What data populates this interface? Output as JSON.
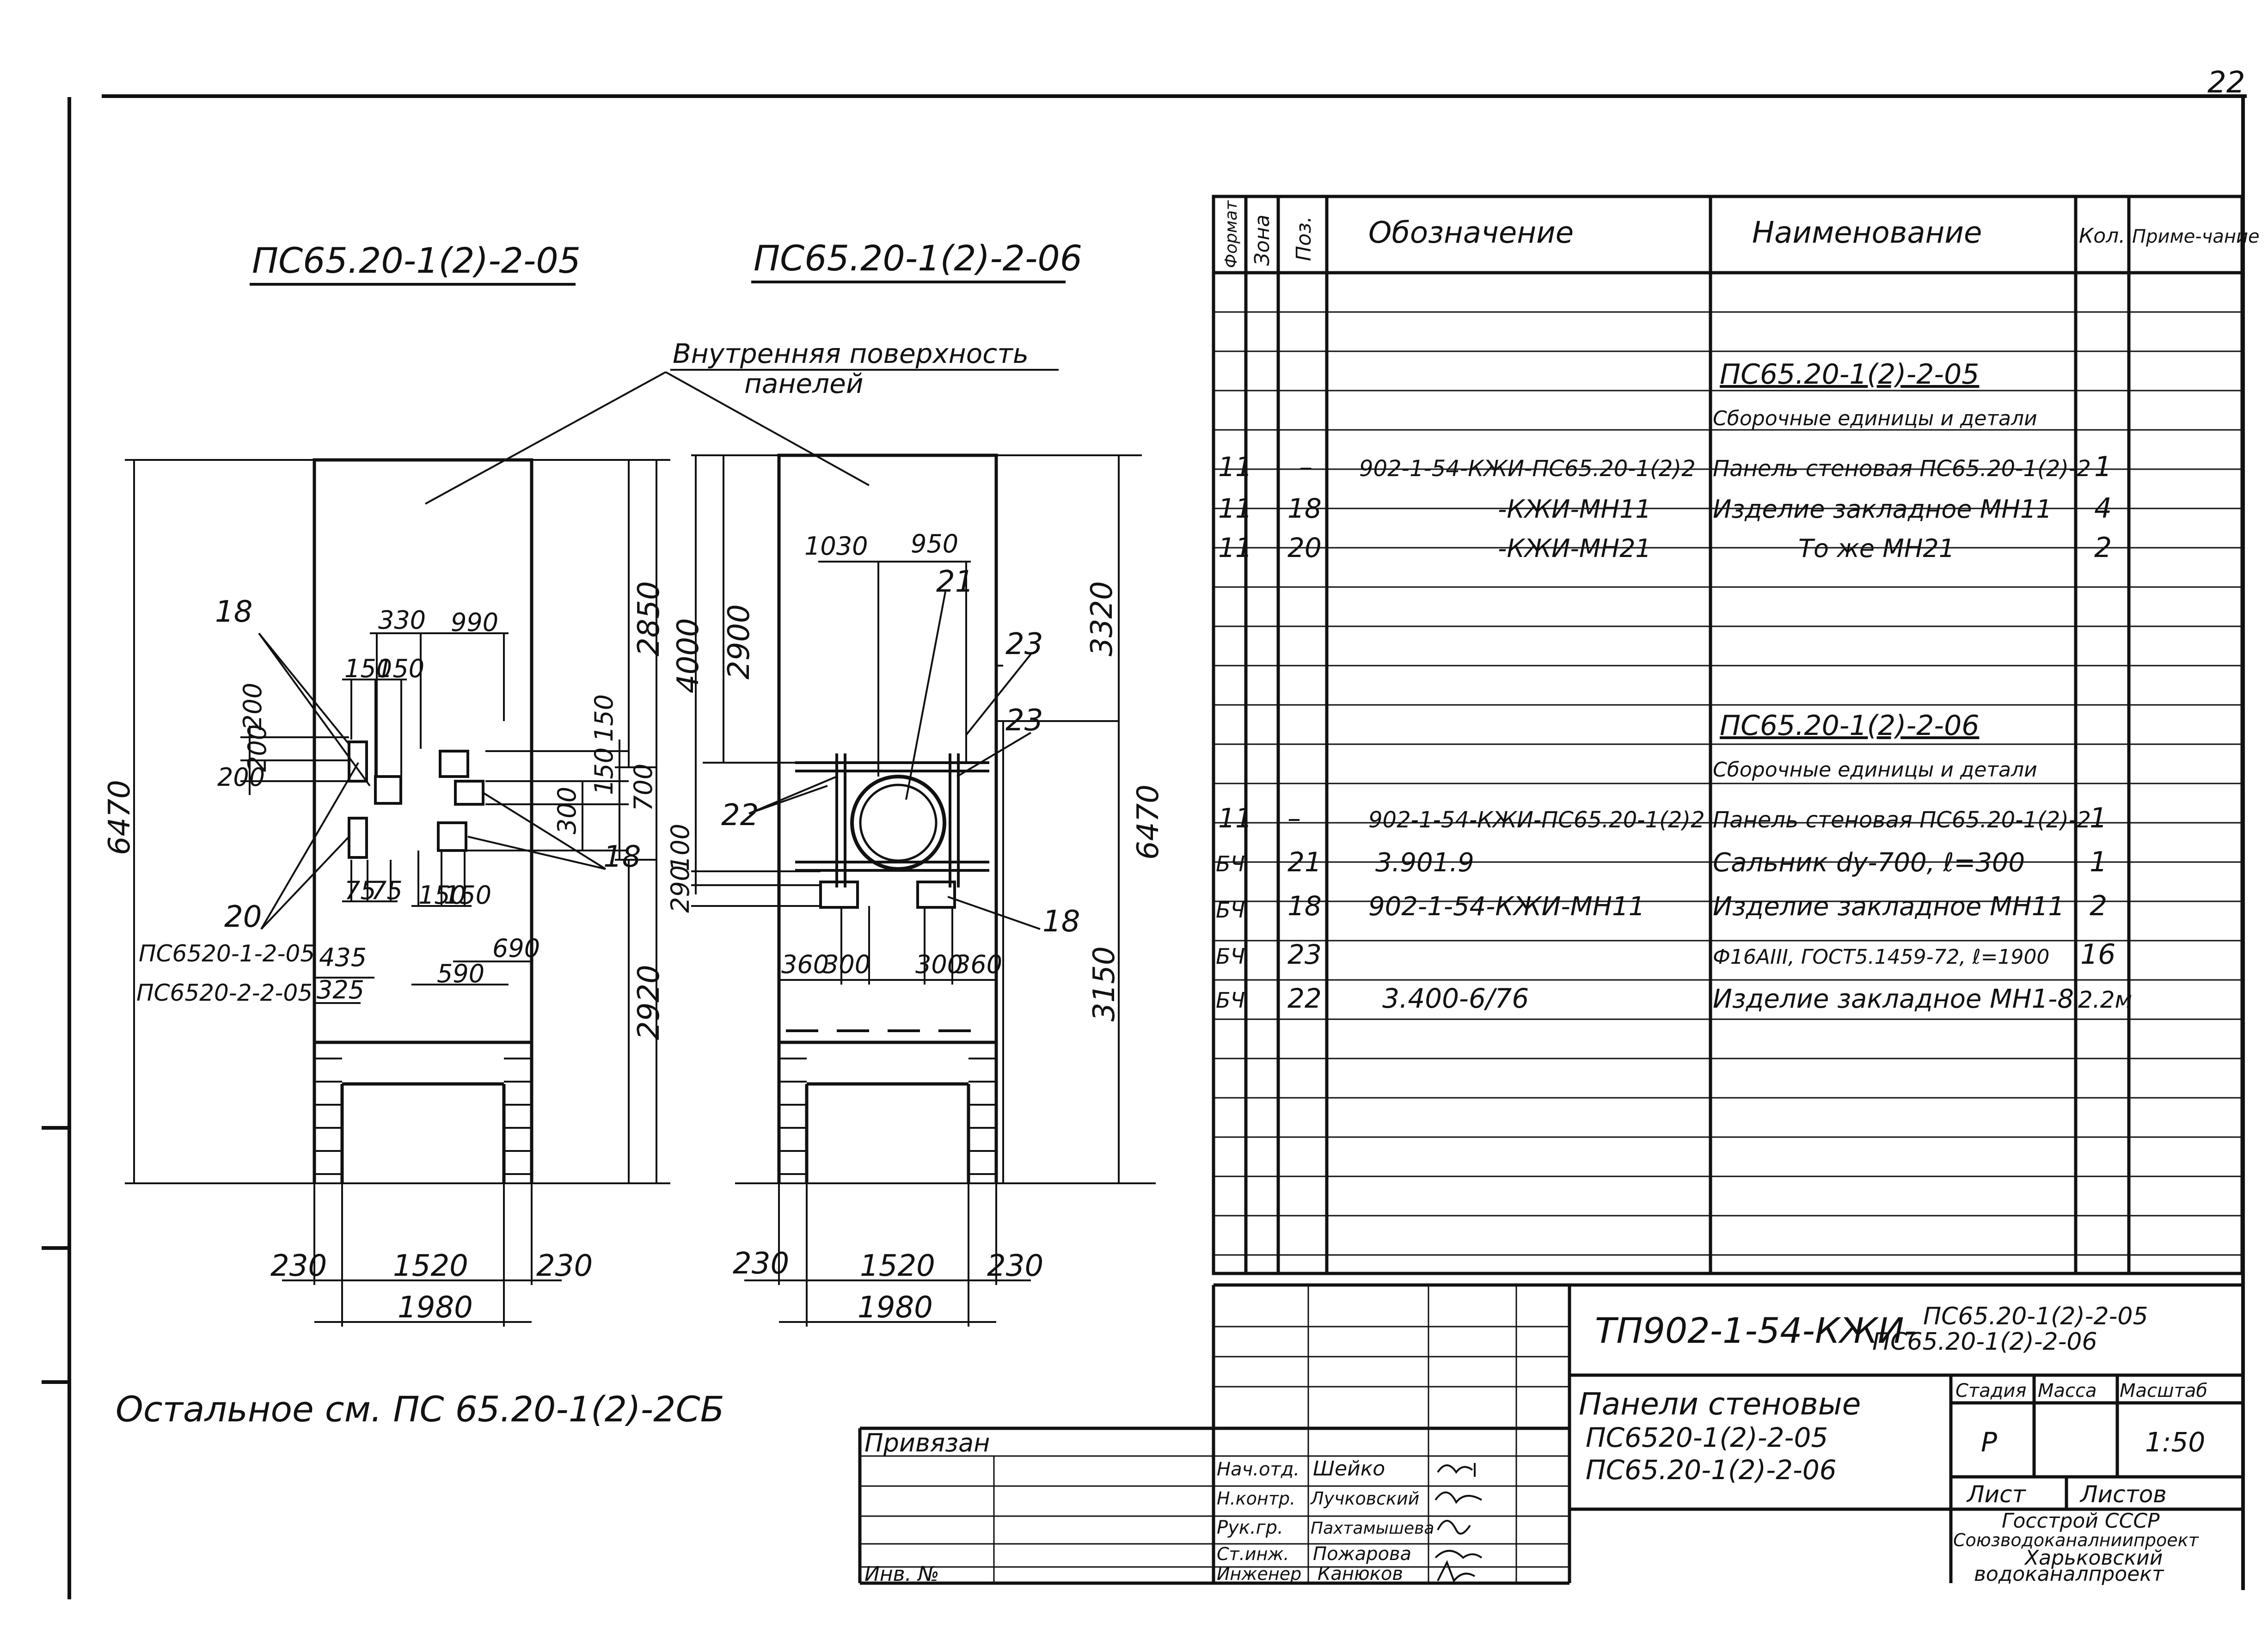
{
  "sheet_number": "22",
  "views": {
    "left": {
      "title": "ПС65.20-1(2)-2-05",
      "pointer_label_1": "Внутренняя поверхность",
      "pointer_label_2": "панелей",
      "dims": {
        "d_330": "330",
        "d_990": "990",
        "d_150a": "150",
        "d_150b": "150",
        "d_200a": "200",
        "d_200b": "200",
        "d_200c": "200",
        "d_150c": "150",
        "d_150d": "150",
        "d_300": "300",
        "d_700": "700",
        "d_75a": "75",
        "d_75b": "75",
        "d_150e": "150",
        "d_150f": "150",
        "d_435": "435",
        "d_325": "325",
        "d_590": "590",
        "d_690": "690",
        "d_2850": "2850",
        "d_4000": "4000",
        "d_2920": "2920",
        "d_6470": "6470",
        "d_230a": "230",
        "d_1520": "1520",
        "d_230b": "230",
        "d_1980": "1980"
      },
      "callouts": {
        "c18a": "18",
        "c18b": "18",
        "c20": "20"
      },
      "variant_1": "ПС6520-1-2-05",
      "variant_2": "ПС6520-2-2-05"
    },
    "right": {
      "title": "ПС65.20-1(2)-2-06",
      "dims": {
        "d_1030": "1030",
        "d_950": "950",
        "d_2900": "2900",
        "d_3320": "3320",
        "d_100": "100",
        "d_290": "290",
        "d_360a": "360",
        "d_300a": "300",
        "d_300b": "300",
        "d_360b": "360",
        "d_6470": "6470",
        "d_3150": "3150",
        "d_230a": "230",
        "d_1520": "1520",
        "d_230b": "230",
        "d_1980": "1980"
      },
      "callouts": {
        "c21": "21",
        "c23a": "23",
        "c23b": "23",
        "c22": "22",
        "c18": "18"
      }
    }
  },
  "note": "Остальное см. ПС 65.20-1(2)-2СБ",
  "spec_table": {
    "headers": {
      "format": "Формат",
      "zone": "Зона",
      "pos": "Поз.",
      "designation": "Обозначение",
      "name": "Наименование",
      "qty": "Кол.",
      "note": "Приме-чание"
    },
    "rows": [
      {
        "format": "",
        "zone": "",
        "pos": "",
        "designation": "",
        "name": "ПС65.20-1(2)-2-05",
        "qty": "",
        "note": ""
      },
      {
        "format": "",
        "zone": "",
        "pos": "",
        "designation": "",
        "name": "Сборочные единицы и детали",
        "qty": "",
        "note": ""
      },
      {
        "format": "11",
        "zone": "",
        "pos": "–",
        "designation": "902-1-54-КЖИ-ПС65.20-1(2)2",
        "name": "Панель стеновая ПС65.20-1(2)-2",
        "qty": "1",
        "note": ""
      },
      {
        "format": "11",
        "zone": "",
        "pos": "18",
        "designation": "-КЖИ-МН11",
        "name": "Изделие закладное МН11",
        "qty": "4",
        "note": ""
      },
      {
        "format": "11",
        "zone": "",
        "pos": "20",
        "designation": "-КЖИ-МН21",
        "name": "То же МН21",
        "qty": "2",
        "note": ""
      },
      {
        "format": "",
        "zone": "",
        "pos": "",
        "designation": "",
        "name": "ПС65.20-1(2)-2-06",
        "qty": "",
        "note": ""
      },
      {
        "format": "",
        "zone": "",
        "pos": "",
        "designation": "",
        "name": "Сборочные единицы и детали",
        "qty": "",
        "note": ""
      },
      {
        "format": "11",
        "zone": "",
        "pos": "–",
        "designation": "902-1-54-КЖИ-ПС65.20-1(2)2",
        "name": "Панель стеновая ПС65.20-1(2)-2",
        "qty": "1",
        "note": ""
      },
      {
        "format": "БЧ",
        "zone": "",
        "pos": "21",
        "designation": "3.901.9",
        "name": "Сальник dу-700, ℓ=300",
        "qty": "1",
        "note": ""
      },
      {
        "format": "БЧ",
        "zone": "",
        "pos": "18",
        "designation": "902-1-54-КЖИ-МН11",
        "name": "Изделие закладное МН11",
        "qty": "2",
        "note": ""
      },
      {
        "format": "БЧ",
        "zone": "",
        "pos": "23",
        "designation": "",
        "name": "Ф16АIII, ГОСТ5.1459-72, ℓ=1900",
        "qty": "16",
        "note": ""
      },
      {
        "format": "БЧ",
        "zone": "",
        "pos": "22",
        "designation": "3.400-6/76",
        "name": "Изделие закладное МН1-8",
        "qty": "2.2м",
        "note": ""
      }
    ]
  },
  "title_block": {
    "doc_code": "ТП902-1-54-КЖИ-",
    "doc_variant_1": "ПС65.20-1(2)-2-05",
    "doc_variant_2": "ПС65.20-1(2)-2-06",
    "title_1": "Панели стеновые",
    "title_2": "ПС6520-1(2)-2-05",
    "title_3": "ПС65.20-1(2)-2-06",
    "stage_label": "Стадия",
    "mass_label": "Масса",
    "scale_label": "Масштаб",
    "stage": "Р",
    "scale": "1:50",
    "sheet_label": "Лист",
    "sheets_label": "Листов",
    "org_1": "Госстрой СССР",
    "org_2": "Союзводоканалниипроект",
    "org_3": "Харьковский",
    "org_4": "водоканалпроект",
    "bound_label": "Привязан",
    "inv_label": "Инв. №",
    "staff": [
      {
        "role": "Нач.отд.",
        "name": "Шейко"
      },
      {
        "role": "Н.контр.",
        "name": "Лучковский"
      },
      {
        "role": "Рук.гр.",
        "name": "Пахтамышева"
      },
      {
        "role": "Ст.инж.",
        "name": "Пожарова"
      },
      {
        "role": "Инженер",
        "name": "Канюков"
      }
    ]
  }
}
